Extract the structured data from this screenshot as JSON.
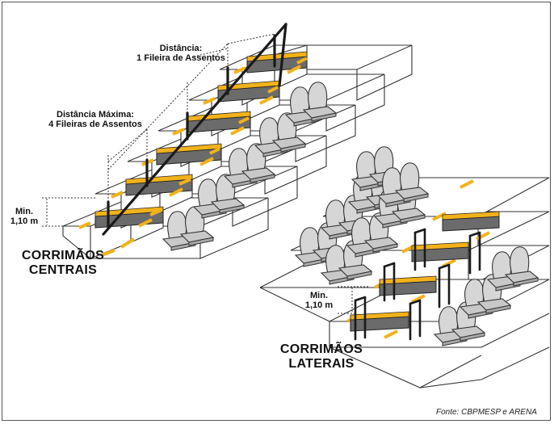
{
  "labels": {
    "distance_one_title": "Distância:",
    "distance_one_value": "1 Fileira de Assentos",
    "distance_max_title": "Distância Máxima:",
    "distance_max_value": "4 Fileiras de Assentos",
    "min_left_title": "Min.",
    "min_left_value": "1,10 m",
    "central_line1": "CORRIMÃOS",
    "central_line2": "CENTRAIS",
    "min_right_title": "Min.",
    "min_right_value": "1,10 m",
    "lateral_line1": "CORRIMÃOS",
    "lateral_line2": "LATERAIS",
    "source": "Fonte: CBPMESP e ARENA"
  },
  "colors": {
    "tread_stripe": "#f2b21a",
    "step_face": "#ffffff",
    "seat_fill": "#d4d4d4",
    "seat_stroke": "#333333",
    "handrail": "#1a1a1a",
    "line": "#333333"
  }
}
